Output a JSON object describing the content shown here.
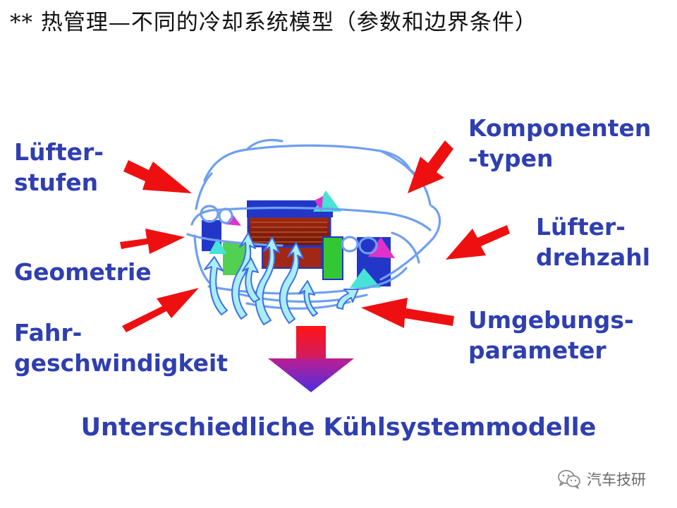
{
  "slide": {
    "title": "**  热管理—不同的冷却系统模型（参数和边界条件）"
  },
  "labels": {
    "luefterstufen": [
      "Lüfter-",
      "stufen"
    ],
    "geometrie": [
      "Geometrie"
    ],
    "fahrgeschwindigkeit": [
      "Fahr-",
      "geschwindigkeit"
    ],
    "komponententypen": [
      "Komponenten",
      "-typen"
    ],
    "luefterdrehzahl": [
      "Lüfter-",
      "drehzahl"
    ],
    "umgebungsparameter": [
      "Umgebungs-",
      "parameter"
    ]
  },
  "result": "Unterschiedliche Kühlsystemmodelle",
  "watermark": {
    "text": "汽车技研",
    "icon": "wechat-icon"
  },
  "colors": {
    "label_text": "#2f3fb0",
    "arrow_red": "#ee1010",
    "car_outline": "#6f9ff0",
    "airflow": "#a9eef6",
    "radiator_blue": "#2236c8",
    "core_red": "#8a2010"
  }
}
